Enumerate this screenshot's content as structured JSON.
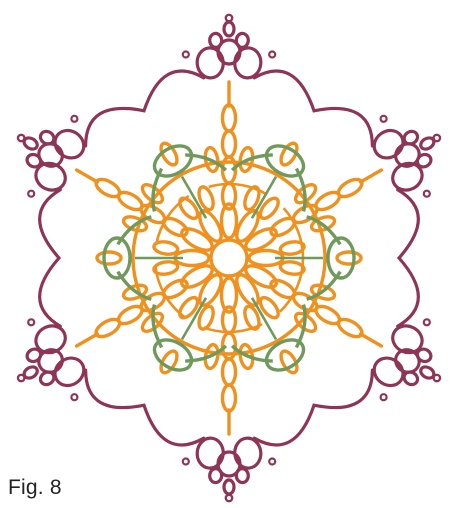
{
  "caption": "Fig. 8",
  "colors": {
    "outer": "#8e3455",
    "middle": "#6f9a5c",
    "inner": "#f0901d",
    "background": "#ffffff"
  },
  "motif": {
    "type": "tatting snowflake",
    "symmetry": 6,
    "rounds": [
      "inner",
      "middle",
      "outer"
    ]
  }
}
